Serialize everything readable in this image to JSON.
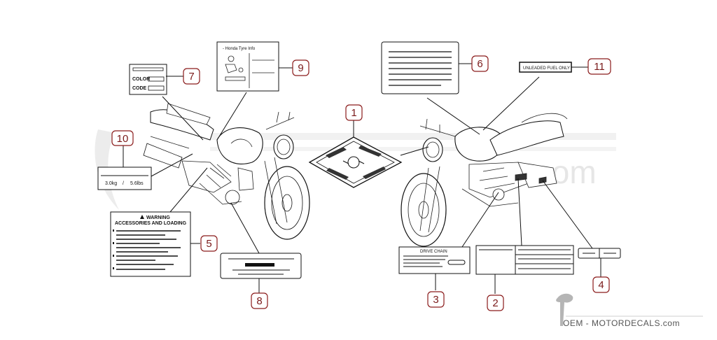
{
  "watermark": {
    "domain_suffix": ".com"
  },
  "footer": {
    "brand": "OEM - MOTORDECALS.com"
  },
  "callouts": [
    {
      "number": "1"
    },
    {
      "number": "2"
    },
    {
      "number": "3"
    },
    {
      "number": "4"
    },
    {
      "number": "5"
    },
    {
      "number": "6"
    },
    {
      "number": "7"
    },
    {
      "number": "8"
    },
    {
      "number": "9"
    },
    {
      "number": "10"
    },
    {
      "number": "11"
    }
  ],
  "labels": {
    "color_code": {
      "color": "COLOR",
      "code": "CODE"
    },
    "weight": {
      "kg": "3.0kg",
      "slash": "/",
      "lbs": "5.6lbs"
    },
    "warning": {
      "title": "WARNING",
      "subtitle": "ACCESSORIES AND LOADING"
    },
    "tire": {
      "header": "- Honda  Tyre  Info"
    },
    "drive_chain": {
      "title": "DRIVE CHAIN"
    },
    "fuel": {
      "text": "UNLEADED FUEL ONLY"
    }
  },
  "colors": {
    "callout": "#8b1c1c",
    "line": "#111111",
    "watermark": "#e6e6e6"
  }
}
